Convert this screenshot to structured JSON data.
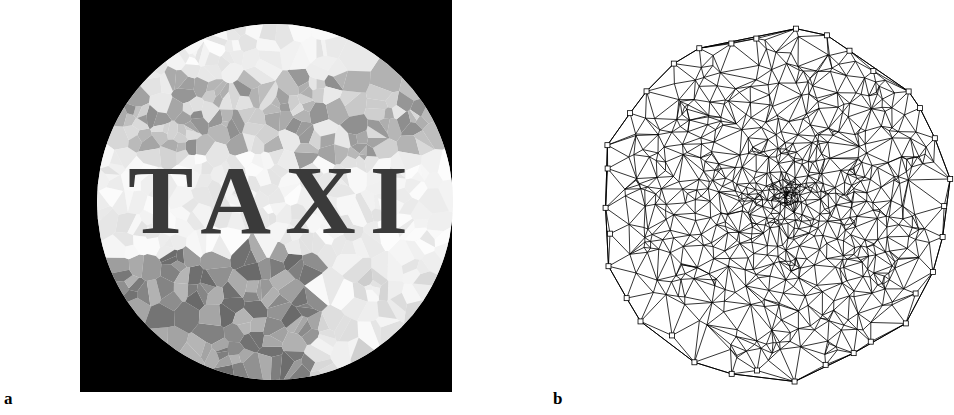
{
  "diagram": {
    "labels": [
      "a",
      "b",
      "TAXI"
    ]
  }
}
